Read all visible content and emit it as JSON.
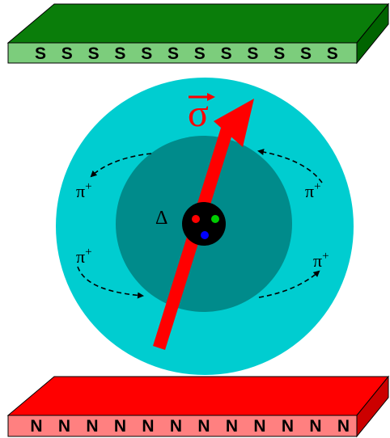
{
  "top_magnet": {
    "letters": [
      "S",
      "S",
      "S",
      "S",
      "S",
      "S",
      "S",
      "S",
      "S",
      "S",
      "S",
      "S"
    ],
    "colors": {
      "top": "#0a7d0a",
      "front": "#7ccd7c",
      "side": "#006400"
    }
  },
  "bottom_magnet": {
    "letters": [
      "N",
      "N",
      "N",
      "N",
      "N",
      "N",
      "N",
      "N",
      "N",
      "N",
      "N",
      "N"
    ],
    "colors": {
      "top": "#ff0000",
      "front": "#ff8080",
      "side": "#cc0000"
    }
  },
  "particle": {
    "outer_color": "#00cdd0",
    "inner_color": "#008b8b",
    "core_color": "#000000",
    "quark_colors": [
      "#ff0000",
      "#00cc00",
      "#0000ff"
    ],
    "core_label": "Δ",
    "cloud_labels": [
      {
        "base": "π",
        "sup": "+"
      },
      {
        "base": "π",
        "sup": "+"
      },
      {
        "base": "π",
        "sup": "+"
      },
      {
        "base": "π",
        "sup": "+"
      }
    ]
  },
  "spin": {
    "symbol": "σ",
    "color": "#ff0000"
  }
}
